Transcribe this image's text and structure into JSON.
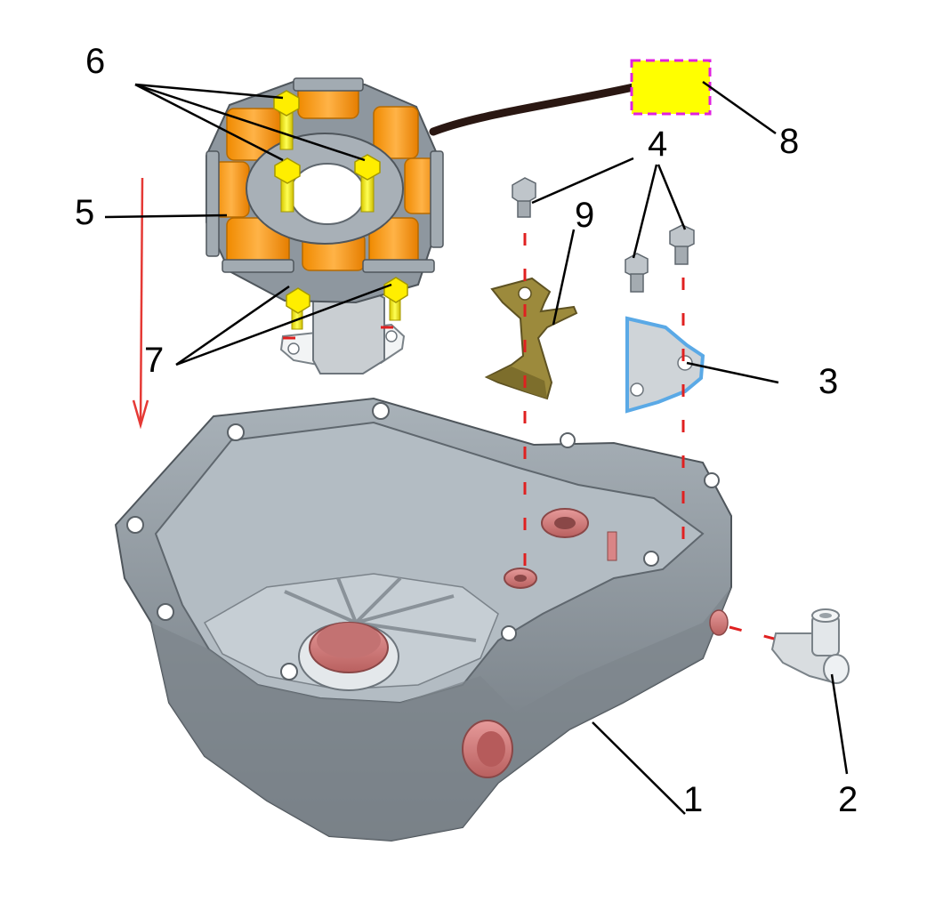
{
  "callouts": {
    "c1": "1",
    "c2": "2",
    "c3": "3",
    "c4": "4",
    "c5": "5",
    "c6": "6",
    "c7": "7",
    "c8": "8",
    "c9": "9"
  },
  "colors": {
    "housing": "#8e979f",
    "housing_dark": "#5f676e",
    "housing_light": "#b8c1c8",
    "pink_port": "#d98586",
    "coil_orange": "#f5a623",
    "bolt_yellow": "#ffee00",
    "bracket_olive": "#9c8a3c",
    "gasket_blue": "#5aa9e6",
    "connector_yellow": "#ffff00",
    "connector_border": "#e020e0",
    "dash_red": "#e02020",
    "arrow_red": "#e53935"
  }
}
